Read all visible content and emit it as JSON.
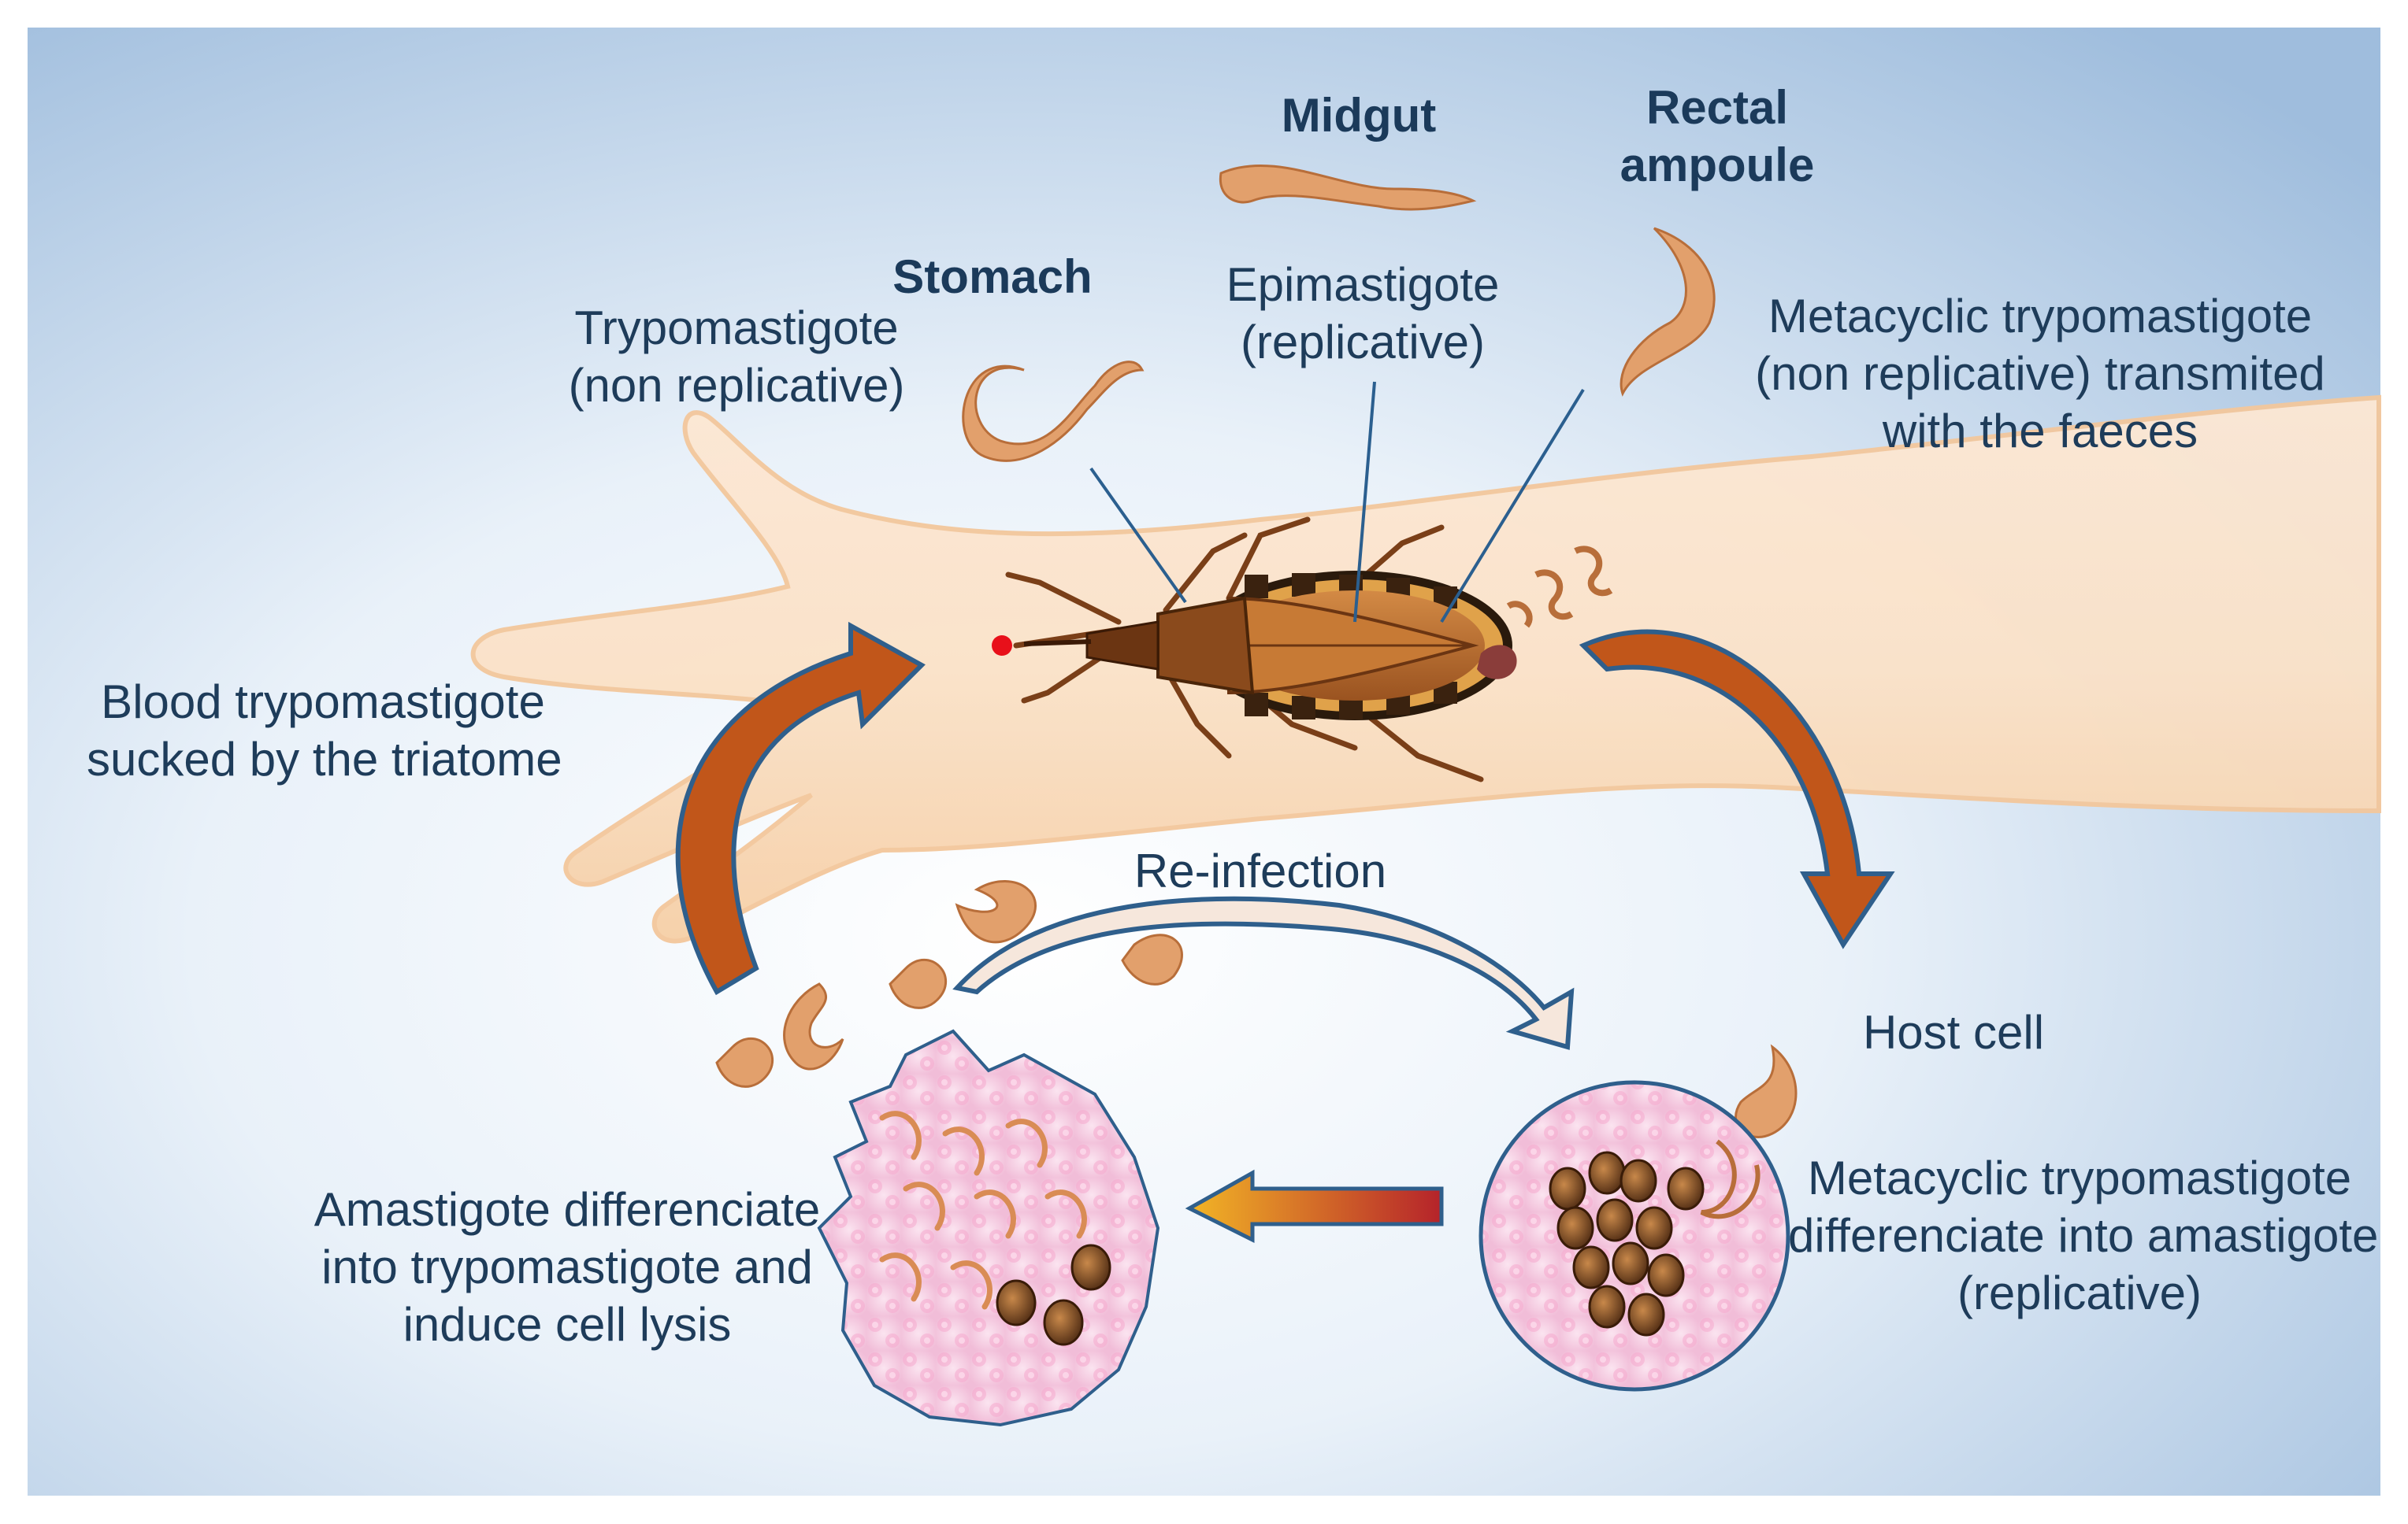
{
  "organs": {
    "midgut": "Midgut",
    "rectal": [
      "Rectal",
      "ampoule"
    ],
    "stomach": "Stomach"
  },
  "stages": {
    "epimastigote": [
      "Epimastigote",
      "(replicative)"
    ],
    "trypomastigote": [
      "Trypomastigote",
      "(non replicative)"
    ],
    "metacyclic_top": [
      "Metacyclic trypomastigote",
      "(non replicative) transmited",
      "with the faeces"
    ],
    "blood": [
      "Blood trypomastigote",
      "sucked by the triatome"
    ],
    "reinfection": "Re-infection",
    "host_cell": "Host cell",
    "metacyclic_bottom": [
      "Metacyclic trypomastigote",
      "differenciate into amastigote",
      "(replicative)"
    ],
    "amastigote": [
      "Amastigote differenciate",
      "into trypomastigote and",
      "induce cell lysis"
    ]
  },
  "colors": {
    "background_light": "#f4f7fb",
    "background_edge": "#a9c4e0",
    "skin": "#fbe1c7",
    "bug_body": "#b76a2c",
    "parasite": "#e0a070",
    "arrow_blue": "#2f5f8c",
    "arrow_orange": "#c25a14",
    "cell_pink": "#f4c3dd",
    "bite_dot": "#e8101a"
  }
}
